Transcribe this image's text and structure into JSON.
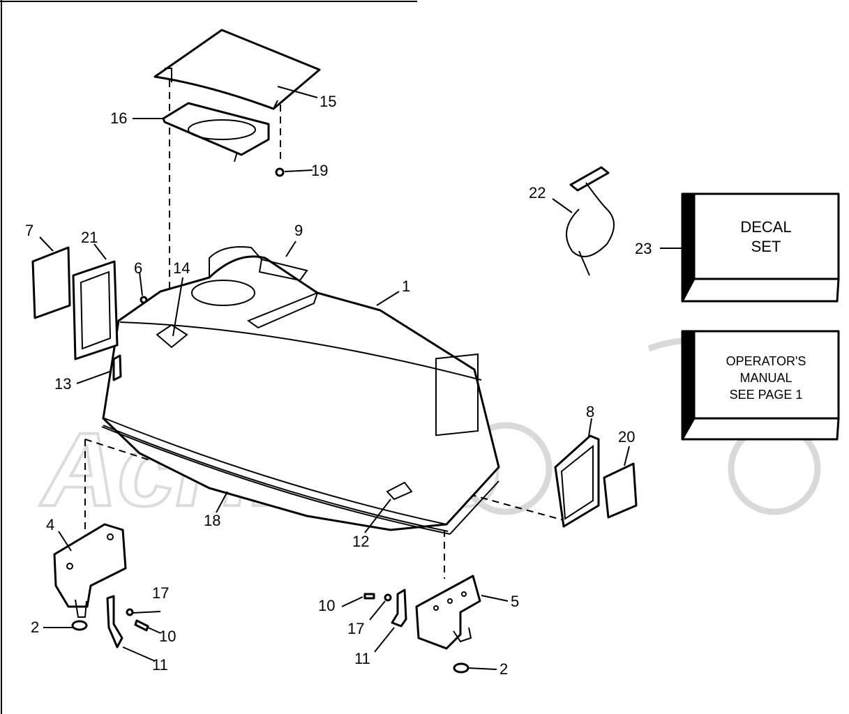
{
  "callouts": {
    "c1": "1",
    "c2a": "2",
    "c2b": "2",
    "c4": "4",
    "c5": "5",
    "c6": "6",
    "c7": "7",
    "c8": "8",
    "c9": "9",
    "c10a": "10",
    "c10b": "10",
    "c11a": "11",
    "c11b": "11",
    "c12": "12",
    "c13": "13",
    "c14": "14",
    "c15": "15",
    "c16": "16",
    "c17a": "17",
    "c17b": "17",
    "c18": "18",
    "c19": "19",
    "c20": "20",
    "c21": "21",
    "c22": "22",
    "c23": "23"
  },
  "boxes": {
    "decal_set": {
      "line1": "DECAL",
      "line2": "SET"
    },
    "operators_manual": {
      "line1": "OPERATOR'S",
      "line2": "MANUAL",
      "line3": "SEE PAGE 1"
    }
  },
  "watermark": {
    "text": "AcHMoto"
  }
}
